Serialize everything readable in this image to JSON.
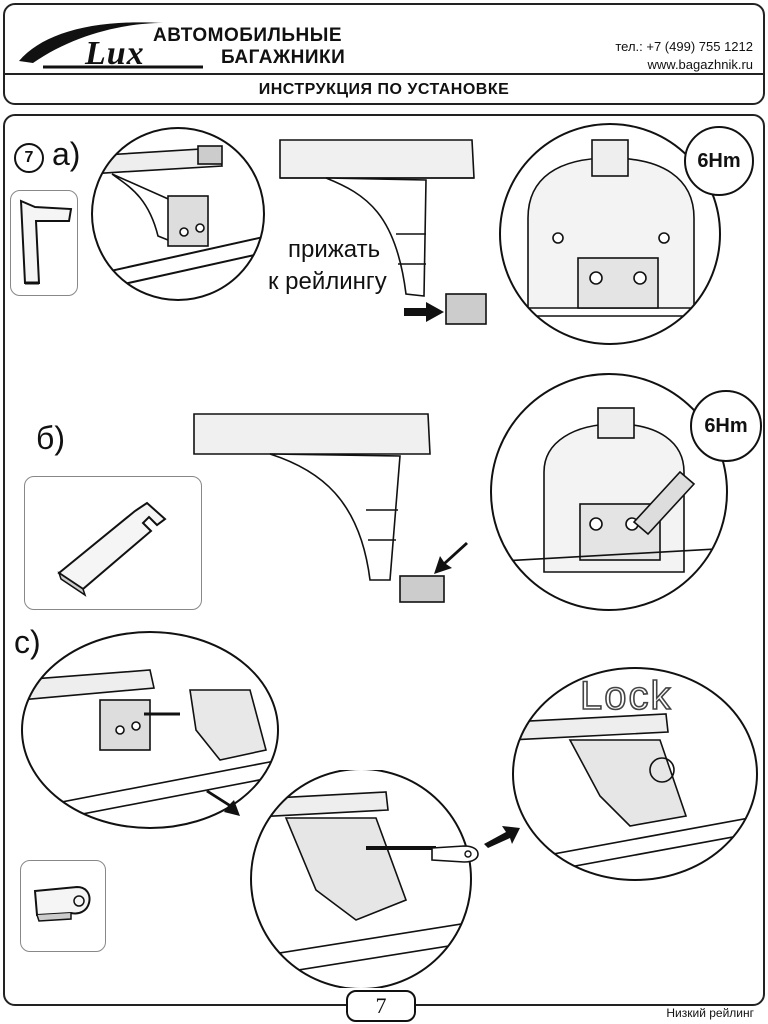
{
  "header": {
    "logo_word": "Lux",
    "brand_line1": "АВТОМОБИЛЬНЫЕ",
    "brand_line2": "БАГАЖНИКИ",
    "phone": "тел.: +7 (499) 755 1212",
    "website": "www.bagazhnik.ru",
    "title": "ИНСТРУКЦИЯ ПО УСТАНОВКЕ"
  },
  "step": {
    "number": "7",
    "section_a": "а)",
    "section_b": "б)",
    "section_c": "с)"
  },
  "labels": {
    "press_line1": "прижать",
    "press_line2": "к рейлингу",
    "torque_a": "6Hm",
    "torque_b": "6Hm",
    "lock": "Lock"
  },
  "footer": {
    "page_number": "7",
    "model": "Низкий рейлинг"
  }
}
